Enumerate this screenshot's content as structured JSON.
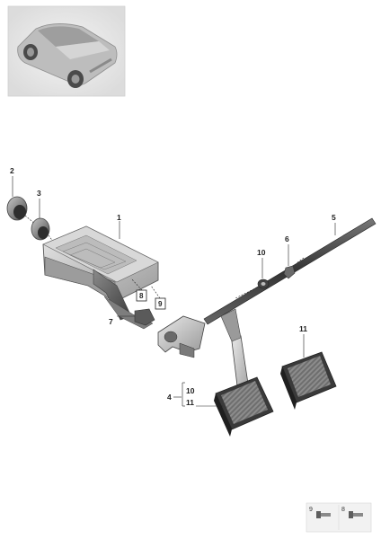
{
  "diagram": {
    "vehicle_thumbnail": {
      "icon": "suv-car-icon"
    },
    "callouts": [
      {
        "id": "c1",
        "label": "1"
      },
      {
        "id": "c2",
        "label": "2"
      },
      {
        "id": "c3",
        "label": "3"
      },
      {
        "id": "c4",
        "label": "4"
      },
      {
        "id": "c5",
        "label": "5"
      },
      {
        "id": "c6",
        "label": "6"
      },
      {
        "id": "c7",
        "label": "7"
      },
      {
        "id": "c10",
        "label": "10"
      },
      {
        "id": "c11",
        "label": "11"
      }
    ],
    "boxed_callouts": [
      {
        "id": "b8",
        "label": "8"
      },
      {
        "id": "b9",
        "label": "9"
      }
    ],
    "group_callout": {
      "label": "4",
      "items": [
        "10",
        "11"
      ]
    },
    "footer_legend": [
      {
        "label": "9",
        "icon": "bolt-icon"
      },
      {
        "label": "8",
        "icon": "bolt-icon"
      }
    ]
  }
}
